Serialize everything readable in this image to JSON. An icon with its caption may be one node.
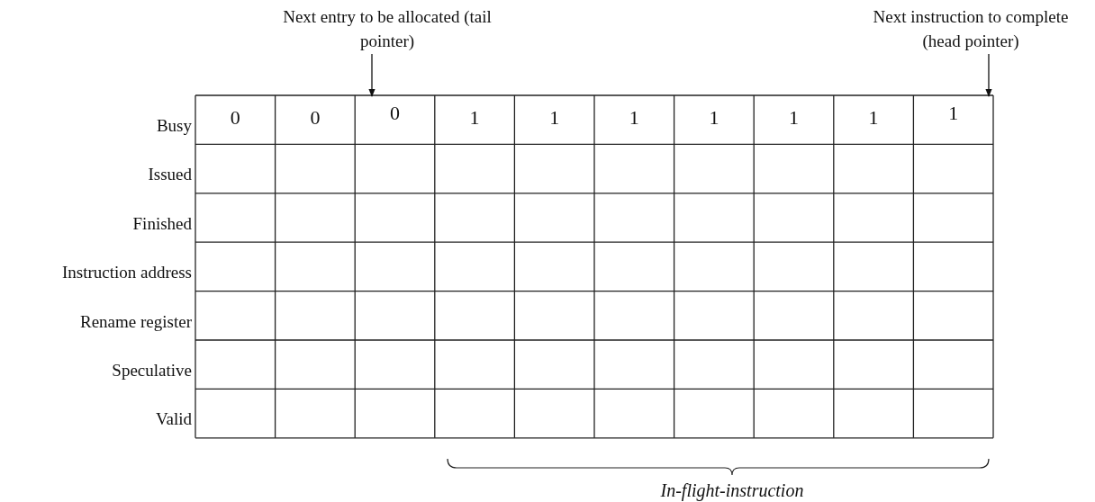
{
  "diagram": {
    "nodes": [
      {
        "text": [
          "Next entry to be allocated (tail pointer)"
        ]
      },
      {
        "text": [
          "Next instruction to complete (head pointer)"
        ]
      },
      {
        "text": [
          "0"
        ]
      },
      {
        "text": [
          "1"
        ]
      }
    ],
    "edges": [
      {
        "from": 0,
        "to": 2,
        "arrow": "to"
      },
      {
        "from": 1,
        "to": 3,
        "arrow": "to"
      }
    ],
    "labels": [
      "Busy",
      "0",
      "0",
      "1",
      "1",
      "1",
      "1",
      "1",
      "1",
      "Issued",
      "Finished",
      "Instruction address",
      "Rename register",
      "Speculative",
      "Valid",
      "In-flight-instruction"
    ]
  }
}
